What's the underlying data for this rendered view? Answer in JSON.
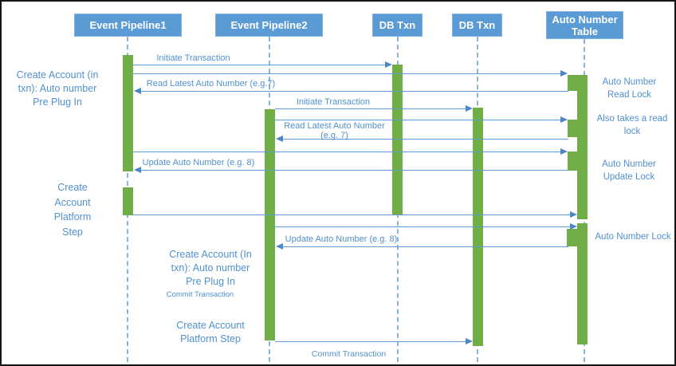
{
  "headers": [
    {
      "label": "Event Pipeline1"
    },
    {
      "label": "Event Pipeline2"
    },
    {
      "label": "DB Txn"
    },
    {
      "label": "DB Txn"
    },
    {
      "label": "Auto Number\nTable"
    }
  ],
  "messages": {
    "initiate_transaction_1": "Initiate Transaction",
    "read_latest_auto_number_1": "Read Latest Auto Number (e.g.7)",
    "initiate_transaction_2": "Initiate Transaction",
    "read_latest_auto_number_2": "Read Latest Auto Number\n(e.g. 7)",
    "update_auto_number_1": "Update Auto Number (e.g. 8)",
    "update_auto_number_2": "Update Auto Number (e.g. 8)",
    "commit_transaction_1": "Commit Transaction",
    "commit_transaction_2": "Commit Transaction"
  },
  "activity_labels": {
    "ep1_pre_plugin": "Create Account (in\ntxn): Auto number\nPre Plug In",
    "ep1_platform_step": "Create\nAccount\nPlatform\nStep",
    "ep2_pre_plugin": "Create Account (In\ntxn): Auto number\nPre Plug In",
    "ep2_platform_step": "Create Account\nPlatform Step"
  },
  "lock_labels": {
    "read_lock": "Auto Number\nRead Lock",
    "also_read_lock": "Also takes a read\nlock",
    "update_lock": "Auto Number\nUpdate Lock",
    "final_lock": "Auto Number Lock"
  },
  "colors": {
    "header_bg": "#5B9BD5",
    "header_text": "#FFFFFF",
    "activation_bar": "#70AD47",
    "arrow_line": "#5B9BD5",
    "label_text": "#5091CE"
  }
}
